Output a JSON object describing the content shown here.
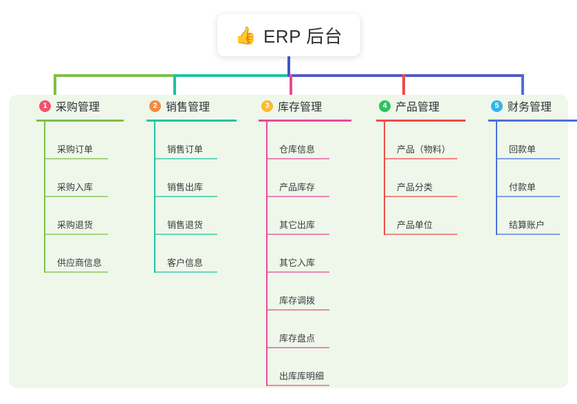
{
  "root": {
    "icon": "thumbs-up-icon",
    "icon_glyph": "👍",
    "label": "ERP 后台"
  },
  "theme": {
    "page_background": "#ffffff",
    "panel_background": "#eef7ea",
    "root_stem_color": "#4054c8",
    "text_color": "#2f3133"
  },
  "connector_bus": {
    "segments": [
      {
        "name": "bus-green",
        "color": "#7cbf45"
      },
      {
        "name": "bus-teal",
        "color": "#1ec2a4"
      },
      {
        "name": "bus-blue",
        "color": "#5159c9"
      }
    ]
  },
  "columns": [
    {
      "index": "1",
      "title": "采购管理",
      "badge_number": "1",
      "badge_color": "#f2536d",
      "line_color": "#7cbf45",
      "items": [
        {
          "label": "采购订单"
        },
        {
          "label": "采购入库"
        },
        {
          "label": "采购退货"
        },
        {
          "label": "供应商信息"
        }
      ]
    },
    {
      "index": "2",
      "title": "销售管理",
      "badge_number": "2",
      "badge_color": "#f58a3c",
      "line_color": "#1ec2a4",
      "items": [
        {
          "label": "销售订单"
        },
        {
          "label": "销售出库"
        },
        {
          "label": "销售退货"
        },
        {
          "label": "客户信息"
        }
      ]
    },
    {
      "index": "3",
      "title": "库存管理",
      "badge_number": "3",
      "badge_color": "#fbba34",
      "line_color": "#e8489a",
      "items": [
        {
          "label": "仓库信息"
        },
        {
          "label": "产品库存"
        },
        {
          "label": "其它出库"
        },
        {
          "label": "其它入库"
        },
        {
          "label": "库存调拨"
        },
        {
          "label": "库存盘点"
        },
        {
          "label": "出库库明细"
        }
      ]
    },
    {
      "index": "4",
      "title": "产品管理",
      "badge_number": "4",
      "badge_color": "#2ec25f",
      "line_color": "#f04a46",
      "items": [
        {
          "label": "产品（物料）"
        },
        {
          "label": "产品分类"
        },
        {
          "label": "产品单位"
        }
      ]
    },
    {
      "index": "5",
      "title": "财务管理",
      "badge_number": "5",
      "badge_color": "#34b3e8",
      "line_color": "#4a6fd8",
      "items": [
        {
          "label": "回款单"
        },
        {
          "label": "付款单"
        },
        {
          "label": "结算账户"
        }
      ]
    }
  ]
}
